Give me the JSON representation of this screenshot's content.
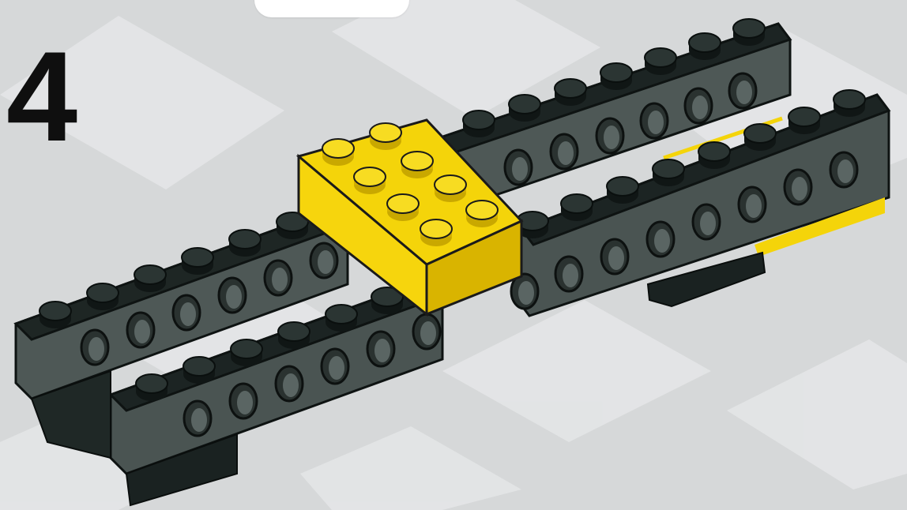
{
  "step": {
    "number": "4"
  },
  "colors": {
    "background": "#d6d8d9",
    "background_tile_light": "#e6e8e9",
    "beam_dark_gray": "#4a5452",
    "beam_top_black": "#1e2624",
    "brick_yellow": "#f4d40a",
    "brick_yellow_shadow": "#d9b400"
  },
  "parts": {
    "technic_beams": 4,
    "yellow_brick": "2x4"
  }
}
